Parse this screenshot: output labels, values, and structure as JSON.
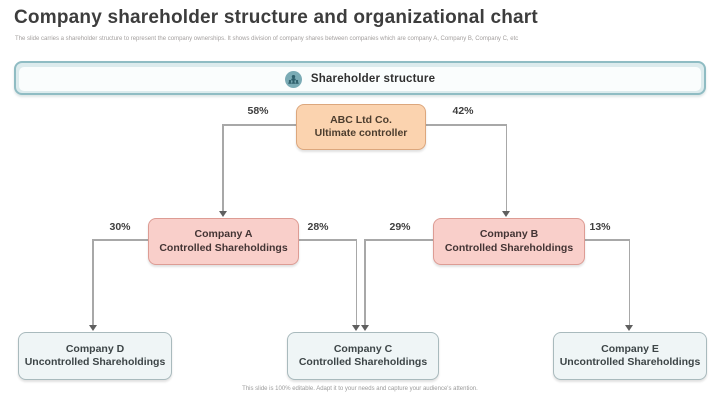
{
  "slide": {
    "title": "Company shareholder structure and organizational chart",
    "subtitle": "The slide carries a shareholder structure to represent the company ownerships. It shows division of company shares between companies which are company A, Company B, Company C, etc",
    "footer": "This slide is 100% editable. Adapt it to your needs and capture your audience's attention."
  },
  "banner": {
    "label": "Shareholder structure",
    "icon": "people-group-icon"
  },
  "org_chart": {
    "nodes": {
      "abc": {
        "line1": "ABC Ltd Co.",
        "line2": "Ultimate controller",
        "role": "ultimate-controller",
        "color": "#fbd3af"
      },
      "a": {
        "line1": "Company A",
        "line2": "Controlled Shareholdings",
        "color": "#f9cfca"
      },
      "b": {
        "line1": "Company B",
        "line2": "Controlled Shareholdings",
        "color": "#f9cfca"
      },
      "c": {
        "line1": "Company C",
        "line2": "Controlled Shareholdings",
        "color": "#eff5f6"
      },
      "d": {
        "line1": "Company D",
        "line2": "Uncontrolled Shareholdings",
        "color": "#eff5f6"
      },
      "e": {
        "line1": "Company E",
        "line2": "Uncontrolled Shareholdings",
        "color": "#eff5f6"
      }
    },
    "edges": [
      {
        "from": "abc",
        "to": "a",
        "label": "58%"
      },
      {
        "from": "abc",
        "to": "b",
        "label": "42%"
      },
      {
        "from": "a",
        "to": "d",
        "label": "30%"
      },
      {
        "from": "a",
        "to": "c",
        "label": "28%"
      },
      {
        "from": "b",
        "to": "c",
        "label": "29%"
      },
      {
        "from": "b",
        "to": "e",
        "label": "13%"
      }
    ]
  },
  "colors": {
    "banner_border": "#8fbcc3",
    "banner_fill": "#dcebed",
    "banner_inner": "#fafdfd",
    "icon_circle": "#7aabb5",
    "node_orange": "#fbd3af",
    "node_orange_border": "#dca77d",
    "node_pink": "#f9cfca",
    "node_pink_border": "#dd9c94",
    "node_gray": "#eff5f6",
    "node_gray_border": "#a9babd",
    "connector": "#a8a8a8",
    "arrow": "#5f5f5f",
    "title_text": "#3d3d3d",
    "subtitle_text": "#a39f9e"
  }
}
